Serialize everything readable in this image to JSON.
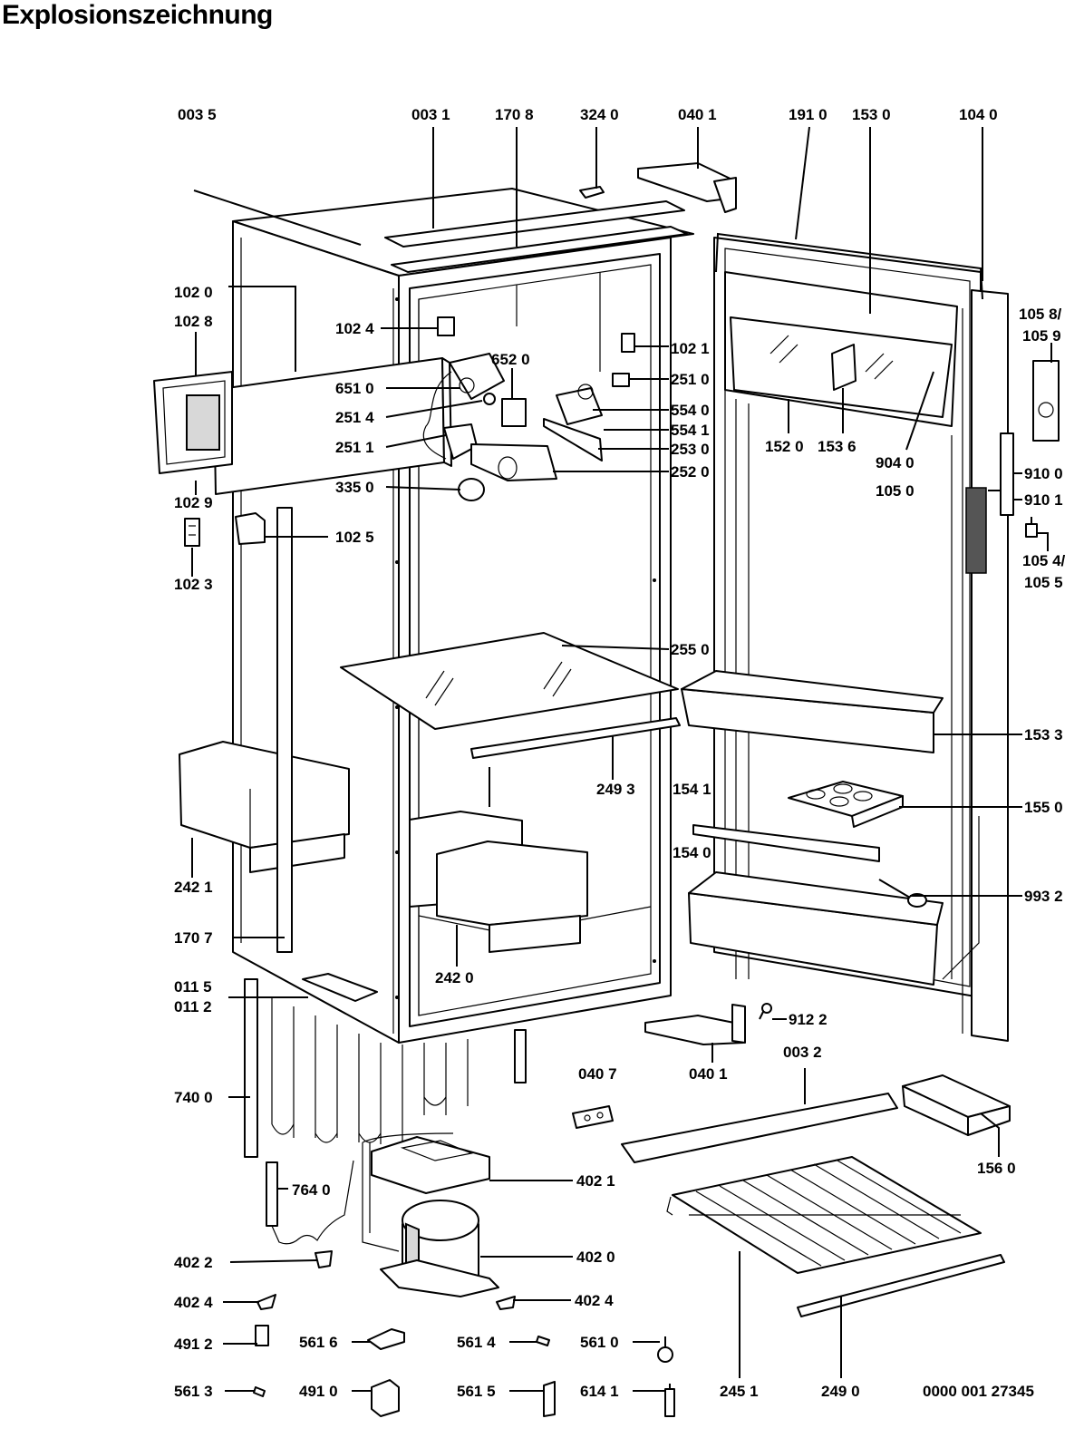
{
  "title": "Explosionszeichnung",
  "drawing_number": "0000 001 27345",
  "callouts": [
    {
      "id": "003_5",
      "text": "003 5"
    },
    {
      "id": "003_1",
      "text": "003 1"
    },
    {
      "id": "170_8",
      "text": "170 8"
    },
    {
      "id": "324_0",
      "text": "324 0"
    },
    {
      "id": "040_1a",
      "text": "040 1"
    },
    {
      "id": "191_0",
      "text": "191 0"
    },
    {
      "id": "153_0",
      "text": "153 0"
    },
    {
      "id": "104_0",
      "text": "104 0"
    },
    {
      "id": "102_0",
      "text": "102 0"
    },
    {
      "id": "102_8",
      "text": "102 8"
    },
    {
      "id": "102_4",
      "text": "102 4"
    },
    {
      "id": "652_0",
      "text": "652 0"
    },
    {
      "id": "102_1",
      "text": "102 1"
    },
    {
      "id": "105_8",
      "text": "105 8/"
    },
    {
      "id": "105_9",
      "text": "105 9"
    },
    {
      "id": "651_0",
      "text": "651 0"
    },
    {
      "id": "251_0",
      "text": "251 0"
    },
    {
      "id": "251_4",
      "text": "251 4"
    },
    {
      "id": "554_0",
      "text": "554 0"
    },
    {
      "id": "554_1",
      "text": "554 1"
    },
    {
      "id": "251_1",
      "text": "251 1"
    },
    {
      "id": "253_0",
      "text": "253 0"
    },
    {
      "id": "152_0",
      "text": "152 0"
    },
    {
      "id": "153_6",
      "text": "153 6"
    },
    {
      "id": "252_0",
      "text": "252 0"
    },
    {
      "id": "904_0",
      "text": "904 0"
    },
    {
      "id": "910_0",
      "text": "910 0"
    },
    {
      "id": "335_0",
      "text": "335 0"
    },
    {
      "id": "105_0",
      "text": "105 0"
    },
    {
      "id": "910_1",
      "text": "910 1"
    },
    {
      "id": "102_9",
      "text": "102 9"
    },
    {
      "id": "102_5",
      "text": "102 5"
    },
    {
      "id": "105_4",
      "text": "105 4/"
    },
    {
      "id": "105_5",
      "text": "105 5"
    },
    {
      "id": "102_3",
      "text": "102 3"
    },
    {
      "id": "255_0",
      "text": "255 0"
    },
    {
      "id": "153_3",
      "text": "153 3"
    },
    {
      "id": "249_3",
      "text": "249 3"
    },
    {
      "id": "154_1",
      "text": "154 1"
    },
    {
      "id": "155_0",
      "text": "155 0"
    },
    {
      "id": "154_0",
      "text": "154 0"
    },
    {
      "id": "242_1",
      "text": "242 1"
    },
    {
      "id": "993_2",
      "text": "993 2"
    },
    {
      "id": "170_7",
      "text": "170 7"
    },
    {
      "id": "242_0",
      "text": "242 0"
    },
    {
      "id": "011_5",
      "text": "011 5"
    },
    {
      "id": "011_2",
      "text": "011 2"
    },
    {
      "id": "912_2",
      "text": "912 2"
    },
    {
      "id": "003_2",
      "text": "003 2"
    },
    {
      "id": "040_7",
      "text": "040 7"
    },
    {
      "id": "040_1b",
      "text": "040 1"
    },
    {
      "id": "740_0",
      "text": "740 0"
    },
    {
      "id": "156_0",
      "text": "156 0"
    },
    {
      "id": "402_1",
      "text": "402 1"
    },
    {
      "id": "764_0",
      "text": "764 0"
    },
    {
      "id": "402_2",
      "text": "402 2"
    },
    {
      "id": "402_0",
      "text": "402 0"
    },
    {
      "id": "402_4a",
      "text": "402 4"
    },
    {
      "id": "402_4b",
      "text": "402 4"
    },
    {
      "id": "491_2",
      "text": "491 2"
    },
    {
      "id": "561_6",
      "text": "561 6"
    },
    {
      "id": "561_4",
      "text": "561 4"
    },
    {
      "id": "561_0",
      "text": "561 0"
    },
    {
      "id": "561_3",
      "text": "561 3"
    },
    {
      "id": "491_0",
      "text": "491 0"
    },
    {
      "id": "561_5",
      "text": "561 5"
    },
    {
      "id": "614_1",
      "text": "614 1"
    },
    {
      "id": "245_1",
      "text": "245 1"
    },
    {
      "id": "249_0",
      "text": "249 0"
    }
  ]
}
